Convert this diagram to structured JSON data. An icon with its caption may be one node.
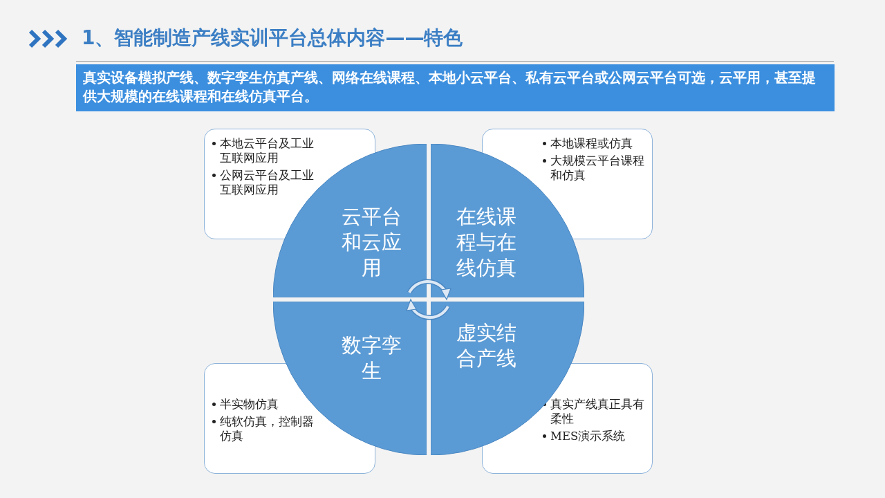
{
  "diagram": {
    "title": "1、智能制造产线实训平台总体内容——特色",
    "nodes": [
      {
        "text": [
          "真实设备模拟产线、数字孪生仿真产线、网络在线课程、本地小云平台、私有云平台或公网云平台可选，云平用，甚至提供大规模的在线课程和在线仿真平台。"
        ]
      },
      {
        "text": [
          "本地云平台及工业互联网应用",
          "公网云平台及工业互联网应用"
        ]
      },
      {
        "text": [
          "本地课程或仿真",
          "大规模云平台课程和仿真"
        ]
      },
      {
        "text": [
          "云平台和云应用"
        ]
      },
      {
        "text": [
          "在线课程与在线仿真"
        ]
      },
      {
        "text": [
          "数字孪生"
        ]
      },
      {
        "text": [
          "虚实结合产线"
        ]
      },
      {
        "text": [
          "半实物仿真",
          "纯软仿真，控制器仿真"
        ]
      },
      {
        "text": [
          "真实产线真正具有柔性",
          "MES演示系统"
        ]
      }
    ],
    "edges": [
      {
        "from": 3,
        "to": 4,
        "arrow": "to"
      },
      {
        "from": 6,
        "to": 5,
        "arrow": "to"
      }
    ]
  }
}
